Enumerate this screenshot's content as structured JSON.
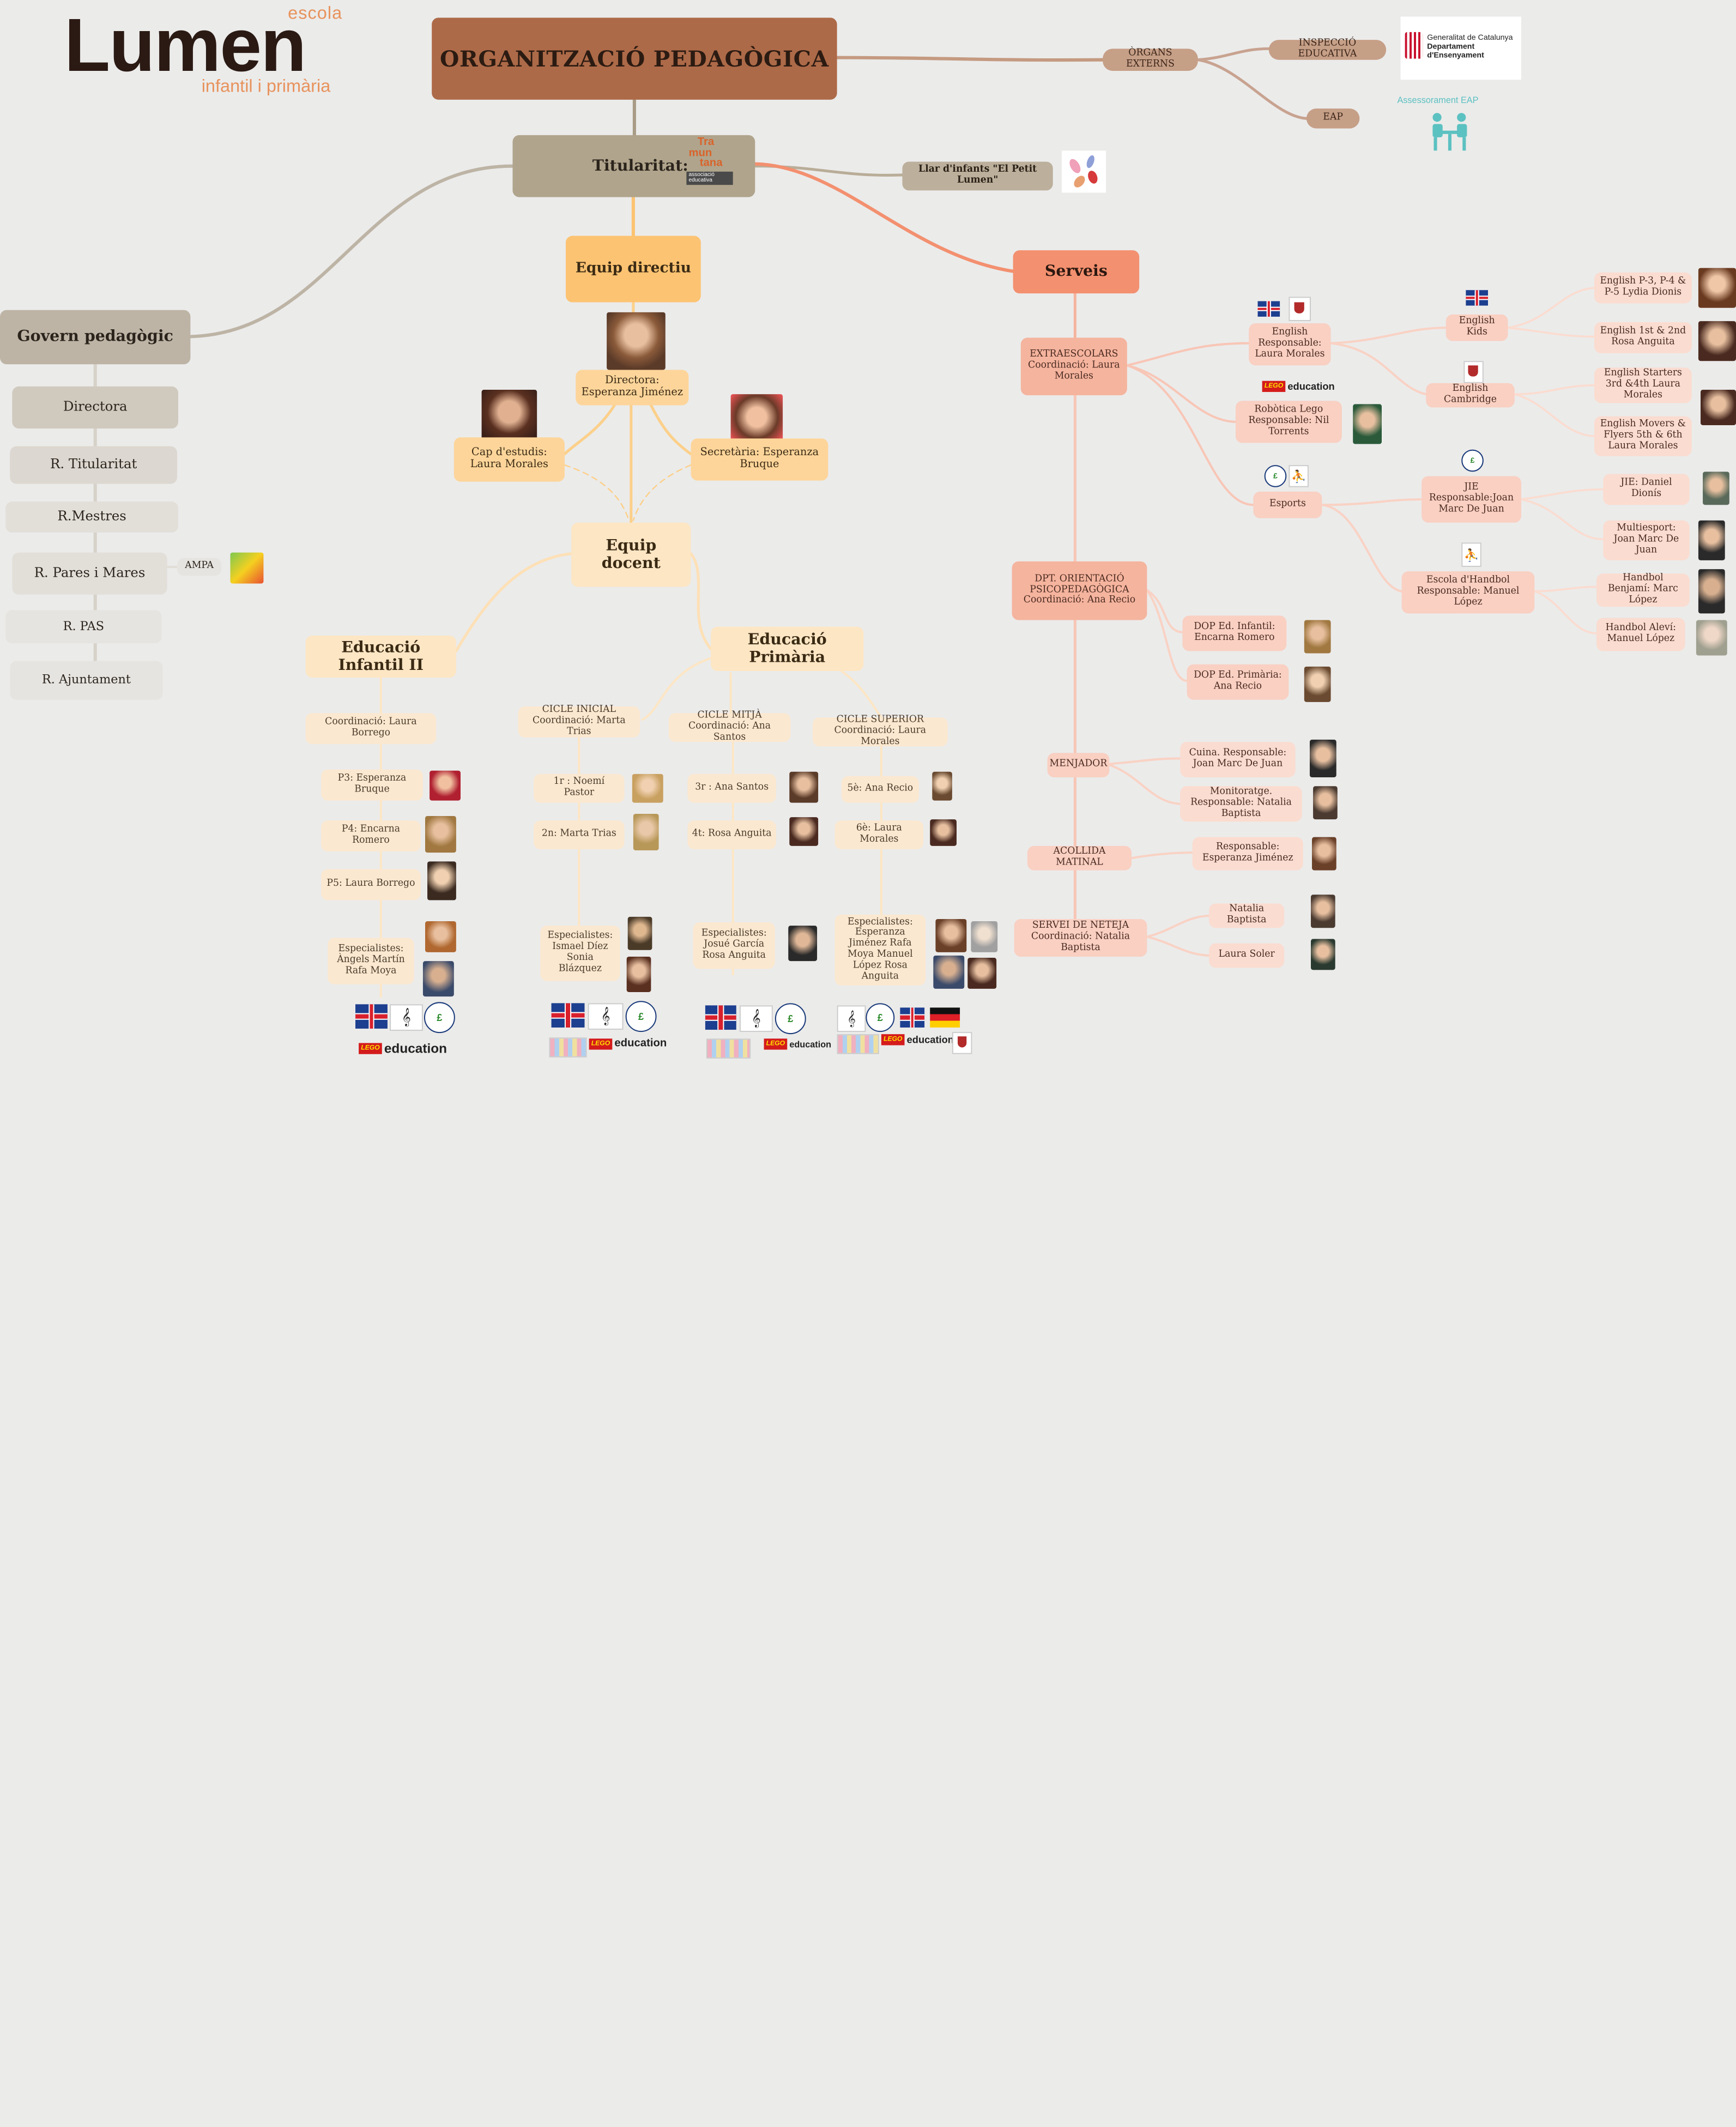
{
  "school": {
    "escola": "escola",
    "name": "Lumen",
    "sub": "infantil i primària"
  },
  "title": "ORGANITZACIÓ PEDAGÒGICA",
  "titularitat": {
    "label": "Titularitat:",
    "logo_lines": [
      "Tra",
      "mun",
      "tana"
    ],
    "logo_sub": "associació educativa"
  },
  "external": {
    "organs": "ÒRGANS EXTERNS",
    "inspeccio": "INSPECCIÓ EDUCATIVA",
    "eap": "EAP",
    "eap_caption": "Assessorament EAP",
    "gencat": [
      "Generalitat de Catalunya",
      "Departament",
      "d'Ensenyament"
    ]
  },
  "llar": "Llar d'infants \"El Petit Lumen\"",
  "govern": {
    "title": "Govern pedagògic",
    "items": [
      "Directora",
      "R. Titularitat",
      "R.Mestres",
      "R. Pares i Mares",
      "R. PAS",
      "R. Ajuntament"
    ],
    "ampa": "AMPA"
  },
  "directiu": {
    "title": "Equip directiu",
    "directora": "Directora: Esperanza Jiménez",
    "cap": "Cap d'estudis: Laura Morales",
    "secretaria": "Secretària: Esperanza Bruque"
  },
  "docent": "Equip docent",
  "infantil": {
    "title": "Educació Infantil II",
    "coord": "Coordinació: Laura Borrego",
    "p3": "P3: Esperanza Bruque",
    "p4": "P4: Encarna Romero",
    "p5": "P5: Laura Borrego",
    "esp": "Especialistes: Àngels Martín Rafa Moya"
  },
  "primaria": {
    "title": "Educació Primària",
    "inicial": {
      "head": "CICLE INICIAL Coordinació: Marta Trias",
      "c1": "1r : Noemí Pastor",
      "c2": "2n: Marta Trias",
      "esp": "Especialistes: Ismael Díez Sonia Blázquez"
    },
    "mitja": {
      "head": "CICLE MITJÀ Coordinació: Ana Santos",
      "c1": "3r : Ana Santos",
      "c2": "4t: Rosa Anguita",
      "esp": "Especialistes: Josué García Rosa Anguita"
    },
    "superior": {
      "head": "CICLE SUPERIOR Coordinació: Laura Morales",
      "c1": "5è: Ana Recio",
      "c2": "6è: Laura Morales",
      "esp": "Especialistes: Esperanza Jiménez Rafa Moya Manuel López Rosa Anguita"
    }
  },
  "serveis": {
    "title": "Serveis",
    "extra": "EXTRAESCOLARS Coordinació: Laura Morales",
    "english": "English Responsable: Laura Morales",
    "english_kids": "English Kids",
    "english_cambridge": "English Cambridge",
    "kids1": "English P-3, P-4 & P-5 Lydia Dionis",
    "kids2": "English 1st & 2nd Rosa Anguita",
    "camb1": "English Starters 3rd &4th Laura Morales",
    "camb2": "English Movers & Flyers 5th & 6th Laura Morales",
    "robotica": "Robòtica Lego Responsable: Nil Torrents",
    "esports": "Esports",
    "jie": "JIE Responsable:Joan Marc De Juan",
    "jie1": "JIE: Daniel Dionís",
    "jie2": "Multiesport: Joan Marc De Juan",
    "handbol": "Escola d'Handbol Responsable: Manuel López",
    "hb1": "Handbol Benjamí: Marc López",
    "hb2": "Handbol Aleví: Manuel López",
    "dpt": "DPT. ORIENTACIÓ PSICOPEDAGÒGICA Coordinació: Ana Recio",
    "dop1": "DOP Ed. Infantil: Encarna Romero",
    "dop2": "DOP Ed. Primària: Ana Recio",
    "menjador": "MENJADOR",
    "cuina": "Cuina. Responsable: Joan Marc De Juan",
    "monitoratge": "Monitoratge. Responsable: Natalia Baptista",
    "acollida": "ACOLLIDA MATINAL",
    "acollida_resp": "Responsable: Esperanza Jiménez",
    "neteja": "SERVEI DE NETEJA Coordinació: Natalia Baptista",
    "net1": "Natalia Baptista",
    "net2": "Laura Soler"
  },
  "icons": {
    "lego_brand": "LEGO",
    "lego_text": "education"
  },
  "colors": {
    "title": "#ad6a48",
    "titularitat": "#b0a48c",
    "directiu": "#fcc372",
    "docent": "#fde6c4",
    "serveis": "#f3906f",
    "govern": "#bdb4a5"
  }
}
